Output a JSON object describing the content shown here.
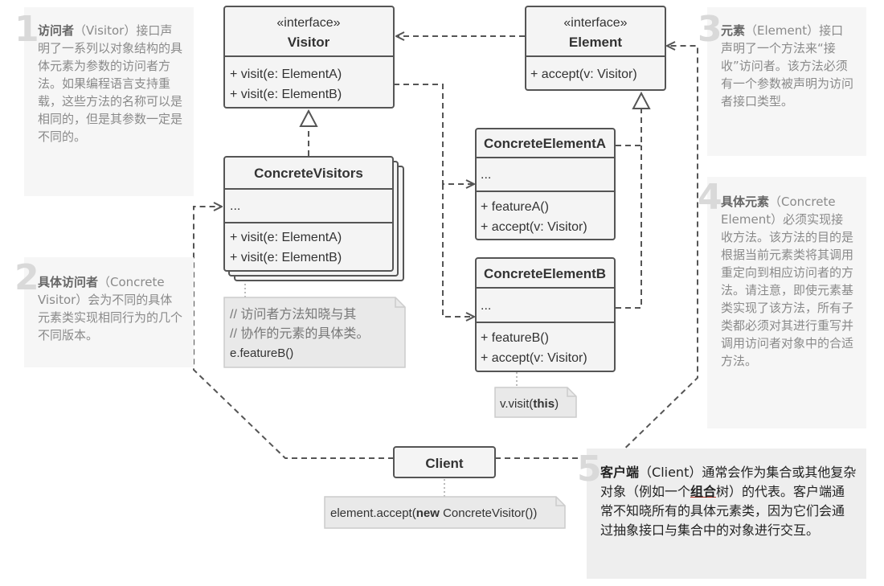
{
  "uml": {
    "visitor": {
      "stereotype": "«interface»",
      "name": "Visitor",
      "methods": [
        "+ visit(e: ElementA)",
        "+ visit(e: ElementB)"
      ]
    },
    "element": {
      "stereotype": "«interface»",
      "name": "Element",
      "methods": [
        "+ accept(v: Visitor)"
      ]
    },
    "concrete_visitors": {
      "name": "ConcreteVisitors",
      "fields": "...",
      "methods": [
        "+ visit(e: ElementA)",
        "+ visit(e: ElementB)"
      ]
    },
    "concrete_element_a": {
      "name": "ConcreteElementA",
      "fields": "...",
      "methods": [
        "+ featureA()",
        "+ accept(v: Visitor)"
      ]
    },
    "concrete_element_b": {
      "name": "ConcreteElementB",
      "fields": "...",
      "methods": [
        "+ featureB()",
        "+ accept(v: Visitor)"
      ]
    },
    "client": {
      "name": "Client"
    }
  },
  "code_notes": {
    "visitor_comment_1": "// 访问者方法知晓与其",
    "visitor_comment_2": "// 协作的元素的具体类。",
    "visitor_code": "e.featureB()",
    "element_b_code_prefix": "v.visit(",
    "element_b_code_keyword": "this",
    "element_b_code_suffix": ")",
    "client_code_prefix": "element.accept(",
    "client_code_keyword": "new",
    "client_code_suffix": " ConcreteVisitor())"
  },
  "notes": [
    {
      "number": "1",
      "title": "访问者",
      "text": "（Visitor）接口声明了一系列以对象结构的具体元素为参数的访问者方法。如果编程语言支持重载，这些方法的名称可以是相同的，但是其参数一定是不同的。"
    },
    {
      "number": "2",
      "title": "具体访问者",
      "text": "（Concrete Visitor）会为不同的具体元素类实现相同行为的几个不同版本。"
    },
    {
      "number": "3",
      "title": "元素",
      "text": "（Element）接口声明了一个方法来“接收”访问者。该方法必须有一个参数被声明为访问者接口类型。"
    },
    {
      "number": "4",
      "title": "具体元素",
      "text": "（Concrete Element）必须实现接收方法。该方法的目的是根据当前元素类将其调用重定向到相应访问者的方法。请注意，即使元素基类实现了该方法，所有子类都必须对其进行重写并调用访问者对象中的合适方法。"
    },
    {
      "number": "5",
      "title": "客户端",
      "text_before": "（Client）通常会作为集合或其他复杂对象（例如一个",
      "link": "组合",
      "text_after": "树）的代表。客户端通常不知晓所有的具体元素类，因为它们会通过抽象接口与集合中的对象进行交互。"
    }
  ],
  "colors": {
    "box_fill": "#f4f4f4",
    "box_stroke": "#555555",
    "note_fill": "#f6f6f6",
    "code_note_fill": "#e9e9e9",
    "accent_underline": "#c0392b"
  }
}
